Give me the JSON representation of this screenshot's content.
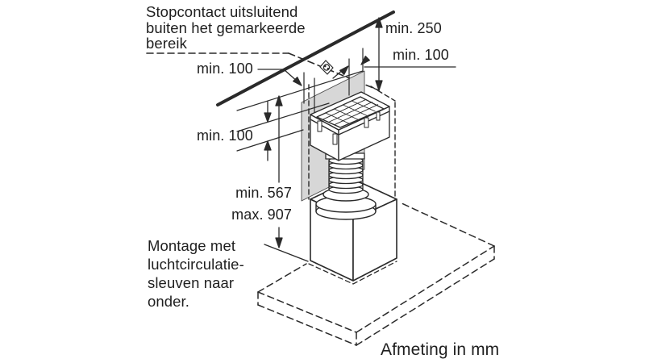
{
  "notes": {
    "socket_note": "Stopcontact uitsluitend buiten het gemarkeerde bereik",
    "mounting_note": "Montage met luchtcirculatie-sleuven naar onder.",
    "units_caption": "Afmeting in mm"
  },
  "dimensions": {
    "ceiling_clearance": "min. 250",
    "side_clearance": "min. 100",
    "corner_clearance": "min. 100",
    "band_height": "min. 100",
    "height_min": "min. 567",
    "height_max": "max. 907"
  },
  "icons": {
    "power_socket": "schuko-socket-symbol"
  },
  "colors": {
    "line": "#2a2a2a",
    "marked_area_fill": "#d7d7d7",
    "background": "#ffffff",
    "text": "#1f1f1f"
  }
}
